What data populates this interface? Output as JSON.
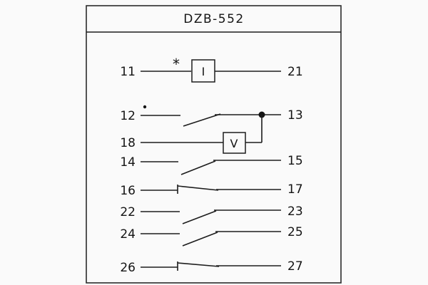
{
  "title": "DZB-552",
  "diagram": {
    "star": "*",
    "coils": {
      "current": "I",
      "voltage": "V"
    },
    "left_terminals": [
      "11",
      "12",
      "18",
      "14",
      "16",
      "22",
      "24",
      "26"
    ],
    "right_terminals": [
      "21",
      "13",
      "15",
      "17",
      "23",
      "25",
      "27"
    ]
  }
}
